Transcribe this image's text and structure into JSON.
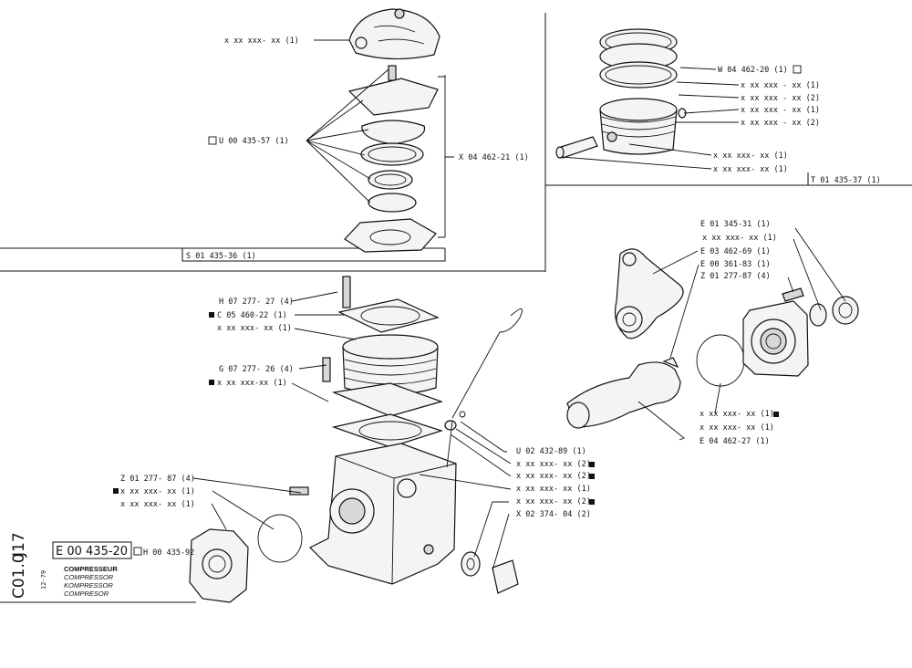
{
  "sheet": {
    "side_code_1": "J17",
    "side_code_2": "C01.0",
    "date": "12-79",
    "ref_main": "E 00 435-20",
    "ref_alt": "H 00 435-92",
    "titles": [
      "COMPRESSEUR",
      "COMPRESSOR",
      "KOMPRESSOR",
      "COMPRESOR"
    ]
  },
  "callouts": {
    "head_part": "x xx xxx- xx (1)",
    "gasket_kit": "U 00 435-57 (1)",
    "valve_set": "X 04 462-21 (1)",
    "head_group": "S 01 435-36 (1)",
    "ring_set": "W 04 462-20 (1)",
    "ring_1": "x xx xxx - xx (1)",
    "ring_2": "x xx xxx - xx (2)",
    "ring_3": "x xx xxx - xx (1)",
    "ring_4": "x xx xxx - xx (2)",
    "pin": "x xx xxx- xx (1)",
    "pin_clip": "x xx xxx- xx (1)",
    "piston_group": "T 01 435-37 (1)",
    "bearing_1": "E 01 345-31 (1)",
    "bearing_2": "x xx xxx- xx (1)",
    "conrod": "E 03 462-69 (1)",
    "key": "E 00 361-83 (1)",
    "cover_screw": "Z 01 277-87 (4)",
    "crank_seal": "x xx xxx- xx (1)",
    "crank_gasket": "x xx xxx- xx (1)",
    "crankshaft": "E 04 462-27 (1)",
    "bolt_top": "H 07 277- 27 (4)",
    "gasket_top": "C 05 460-22 (1)",
    "cylinder": "x xx xxx- xx (1)",
    "bolt_mid": "G 07 277- 26 (4)",
    "gasket_base": "x xx xxx-xx (1)",
    "dipstick": "U 02 432-89 (1)",
    "washer_1": "x xx xxx- xx (2)",
    "washer_2": "x xx xxx- xx (2)",
    "seal_1": "x xx xxx- xx (1)",
    "washer_3": "x xx xxx- xx (2)",
    "plug": "X 02 374- 04 (2)",
    "side_screw": "Z 01 277- 87 (4)",
    "side_gasket": "x xx xxx- xx (1)",
    "side_cover": "x xx xxx- xx (1)"
  }
}
